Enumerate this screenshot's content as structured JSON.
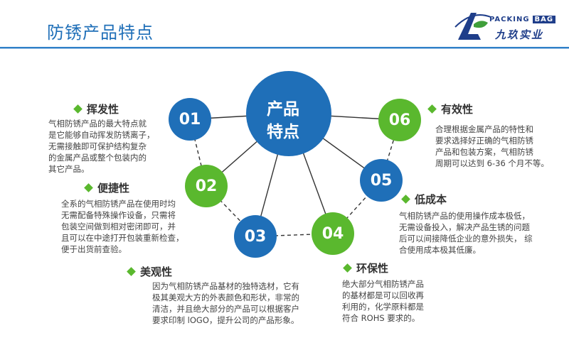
{
  "header": {
    "title": "防锈产品特点",
    "logo_en": "PACKING",
    "logo_en_tag": "BAG",
    "logo_cn": "九玖实业"
  },
  "center": {
    "line1": "产品",
    "line2": "特点"
  },
  "nodes": [
    {
      "num": "01",
      "color": "#1f6fb8"
    },
    {
      "num": "02",
      "color": "#5ab82e"
    },
    {
      "num": "03",
      "color": "#1f6fb8"
    },
    {
      "num": "04",
      "color": "#5ab82e"
    },
    {
      "num": "05",
      "color": "#1f6fb8"
    },
    {
      "num": "06",
      "color": "#5ab82e"
    }
  ],
  "features": [
    {
      "title": "挥发性",
      "lines": [
        "气相防锈产品的最大特点就",
        "是它能够自动挥发防锈离子，",
        "无需接触即可保护结构复杂",
        "的金属产品或整个包装内的",
        "其它产品。"
      ]
    },
    {
      "title": "便捷性",
      "lines": [
        "全系的气相防锈产品在使用时均",
        "无需配备特殊操作设备，只需将",
        "包装空间做到相对密闭即可，并",
        "且可以在中途打开包装重新检查，",
        "便于出货前查验。"
      ]
    },
    {
      "title": "美观性",
      "lines": [
        "因为气相防锈产品基材的独特选材，它有",
        "极其美观大方的外表颜色和形状，非常的",
        "清洁，并且绝大部分的产品可以根据客户",
        "要求印制 lOGO，提升公司的产品形象。"
      ]
    },
    {
      "title": "环保性",
      "lines": [
        "绝大部分气相防锈产品",
        "的基材都是可以回收再",
        "利用的，化学原料都是",
        "符合 ROHS 要求的。"
      ]
    },
    {
      "title": "低成本",
      "lines": [
        "气相防锈产品的使用操作成本极低，",
        "无需设备投入，解决产品生锈的问题",
        "后可以间接降低企业的意外损失，  综",
        "合使用成本极其低廉。"
      ]
    },
    {
      "title": "有效性",
      "lines": [
        "合理根据金属产品的特性和",
        "要求选择好正确的气相防锈",
        "产品和包装方案，气相防锈",
        "周期可以达到 6-36 个月不等。"
      ]
    }
  ],
  "colors": {
    "blue": "#1f6fb8",
    "green": "#5ab82e",
    "accent": "#2f80c8"
  }
}
